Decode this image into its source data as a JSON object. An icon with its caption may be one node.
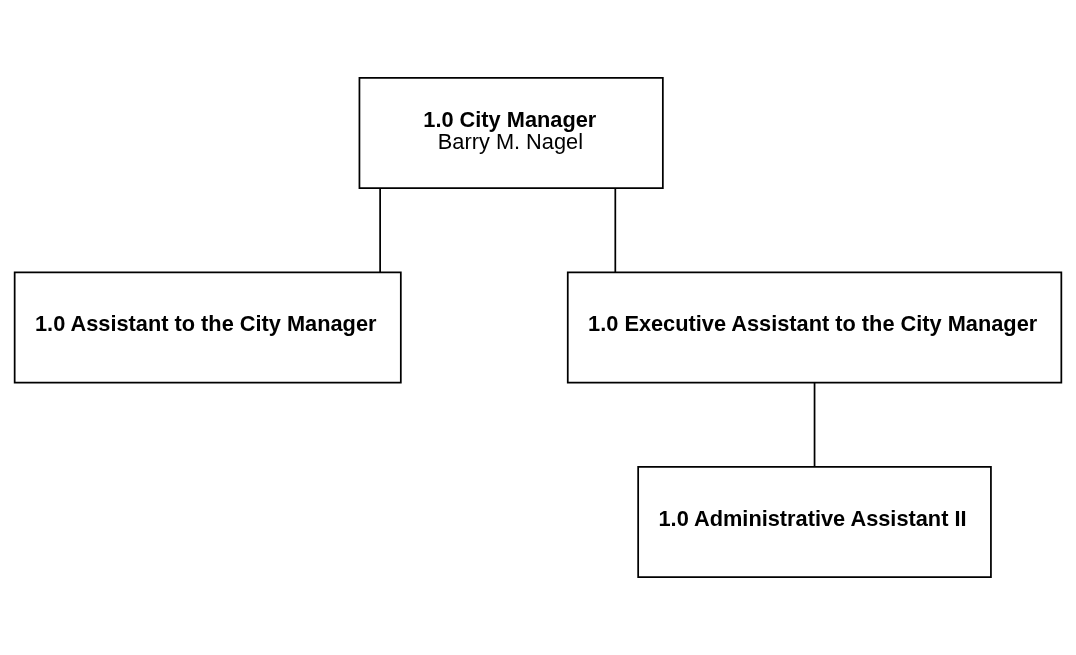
{
  "diagram": {
    "nodes": [
      {
        "text": [
          "1.0 City Manager",
          "Barry M. Nagel"
        ]
      },
      {
        "text": [
          "1.0 Assistant to the City Manager"
        ]
      },
      {
        "text": [
          "1.0 Executive Assistant to the City Manager"
        ]
      },
      {
        "text": [
          "1.0 Administrative Assistant II"
        ]
      }
    ],
    "edges": [
      {
        "from": 0,
        "to": 1,
        "arrow": "none"
      },
      {
        "from": 0,
        "to": 2,
        "arrow": "none"
      },
      {
        "from": 2,
        "to": 3,
        "arrow": "none"
      }
    ]
  }
}
